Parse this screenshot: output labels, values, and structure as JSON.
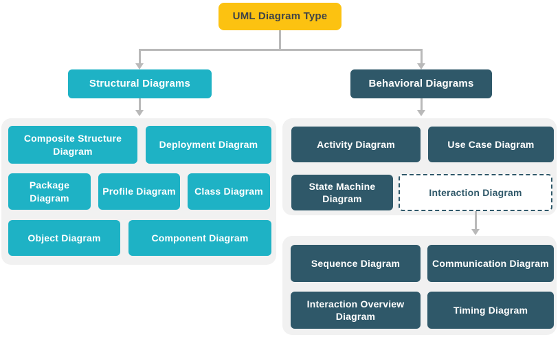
{
  "diagram": {
    "root": {
      "label": "UML Diagram Type"
    },
    "structural": {
      "label": "Structural Diagrams",
      "children": [
        {
          "label": "Composite Structure Diagram"
        },
        {
          "label": "Deployment Diagram"
        },
        {
          "label": "Package Diagram"
        },
        {
          "label": "Profile Diagram"
        },
        {
          "label": "Class Diagram"
        },
        {
          "label": "Object Diagram"
        },
        {
          "label": "Component Diagram"
        }
      ]
    },
    "behavioral": {
      "label": "Behavioral Diagrams",
      "children": [
        {
          "label": "Activity Diagram"
        },
        {
          "label": "Use Case Diagram"
        },
        {
          "label": "State Machine Diagram"
        },
        {
          "label": "Interaction Diagram"
        }
      ],
      "interaction_children": [
        {
          "label": "Sequence Diagram"
        },
        {
          "label": "Communication Diagram"
        },
        {
          "label": "Interaction Overview Diagram"
        },
        {
          "label": "Timing Diagram"
        }
      ]
    },
    "colors": {
      "root_fill": "#fcc211",
      "structural_fill": "#1eb2c5",
      "behavioral_fill": "#2f5869",
      "group_fill": "#f1f1f1",
      "connector": "#b9b9b9"
    }
  }
}
